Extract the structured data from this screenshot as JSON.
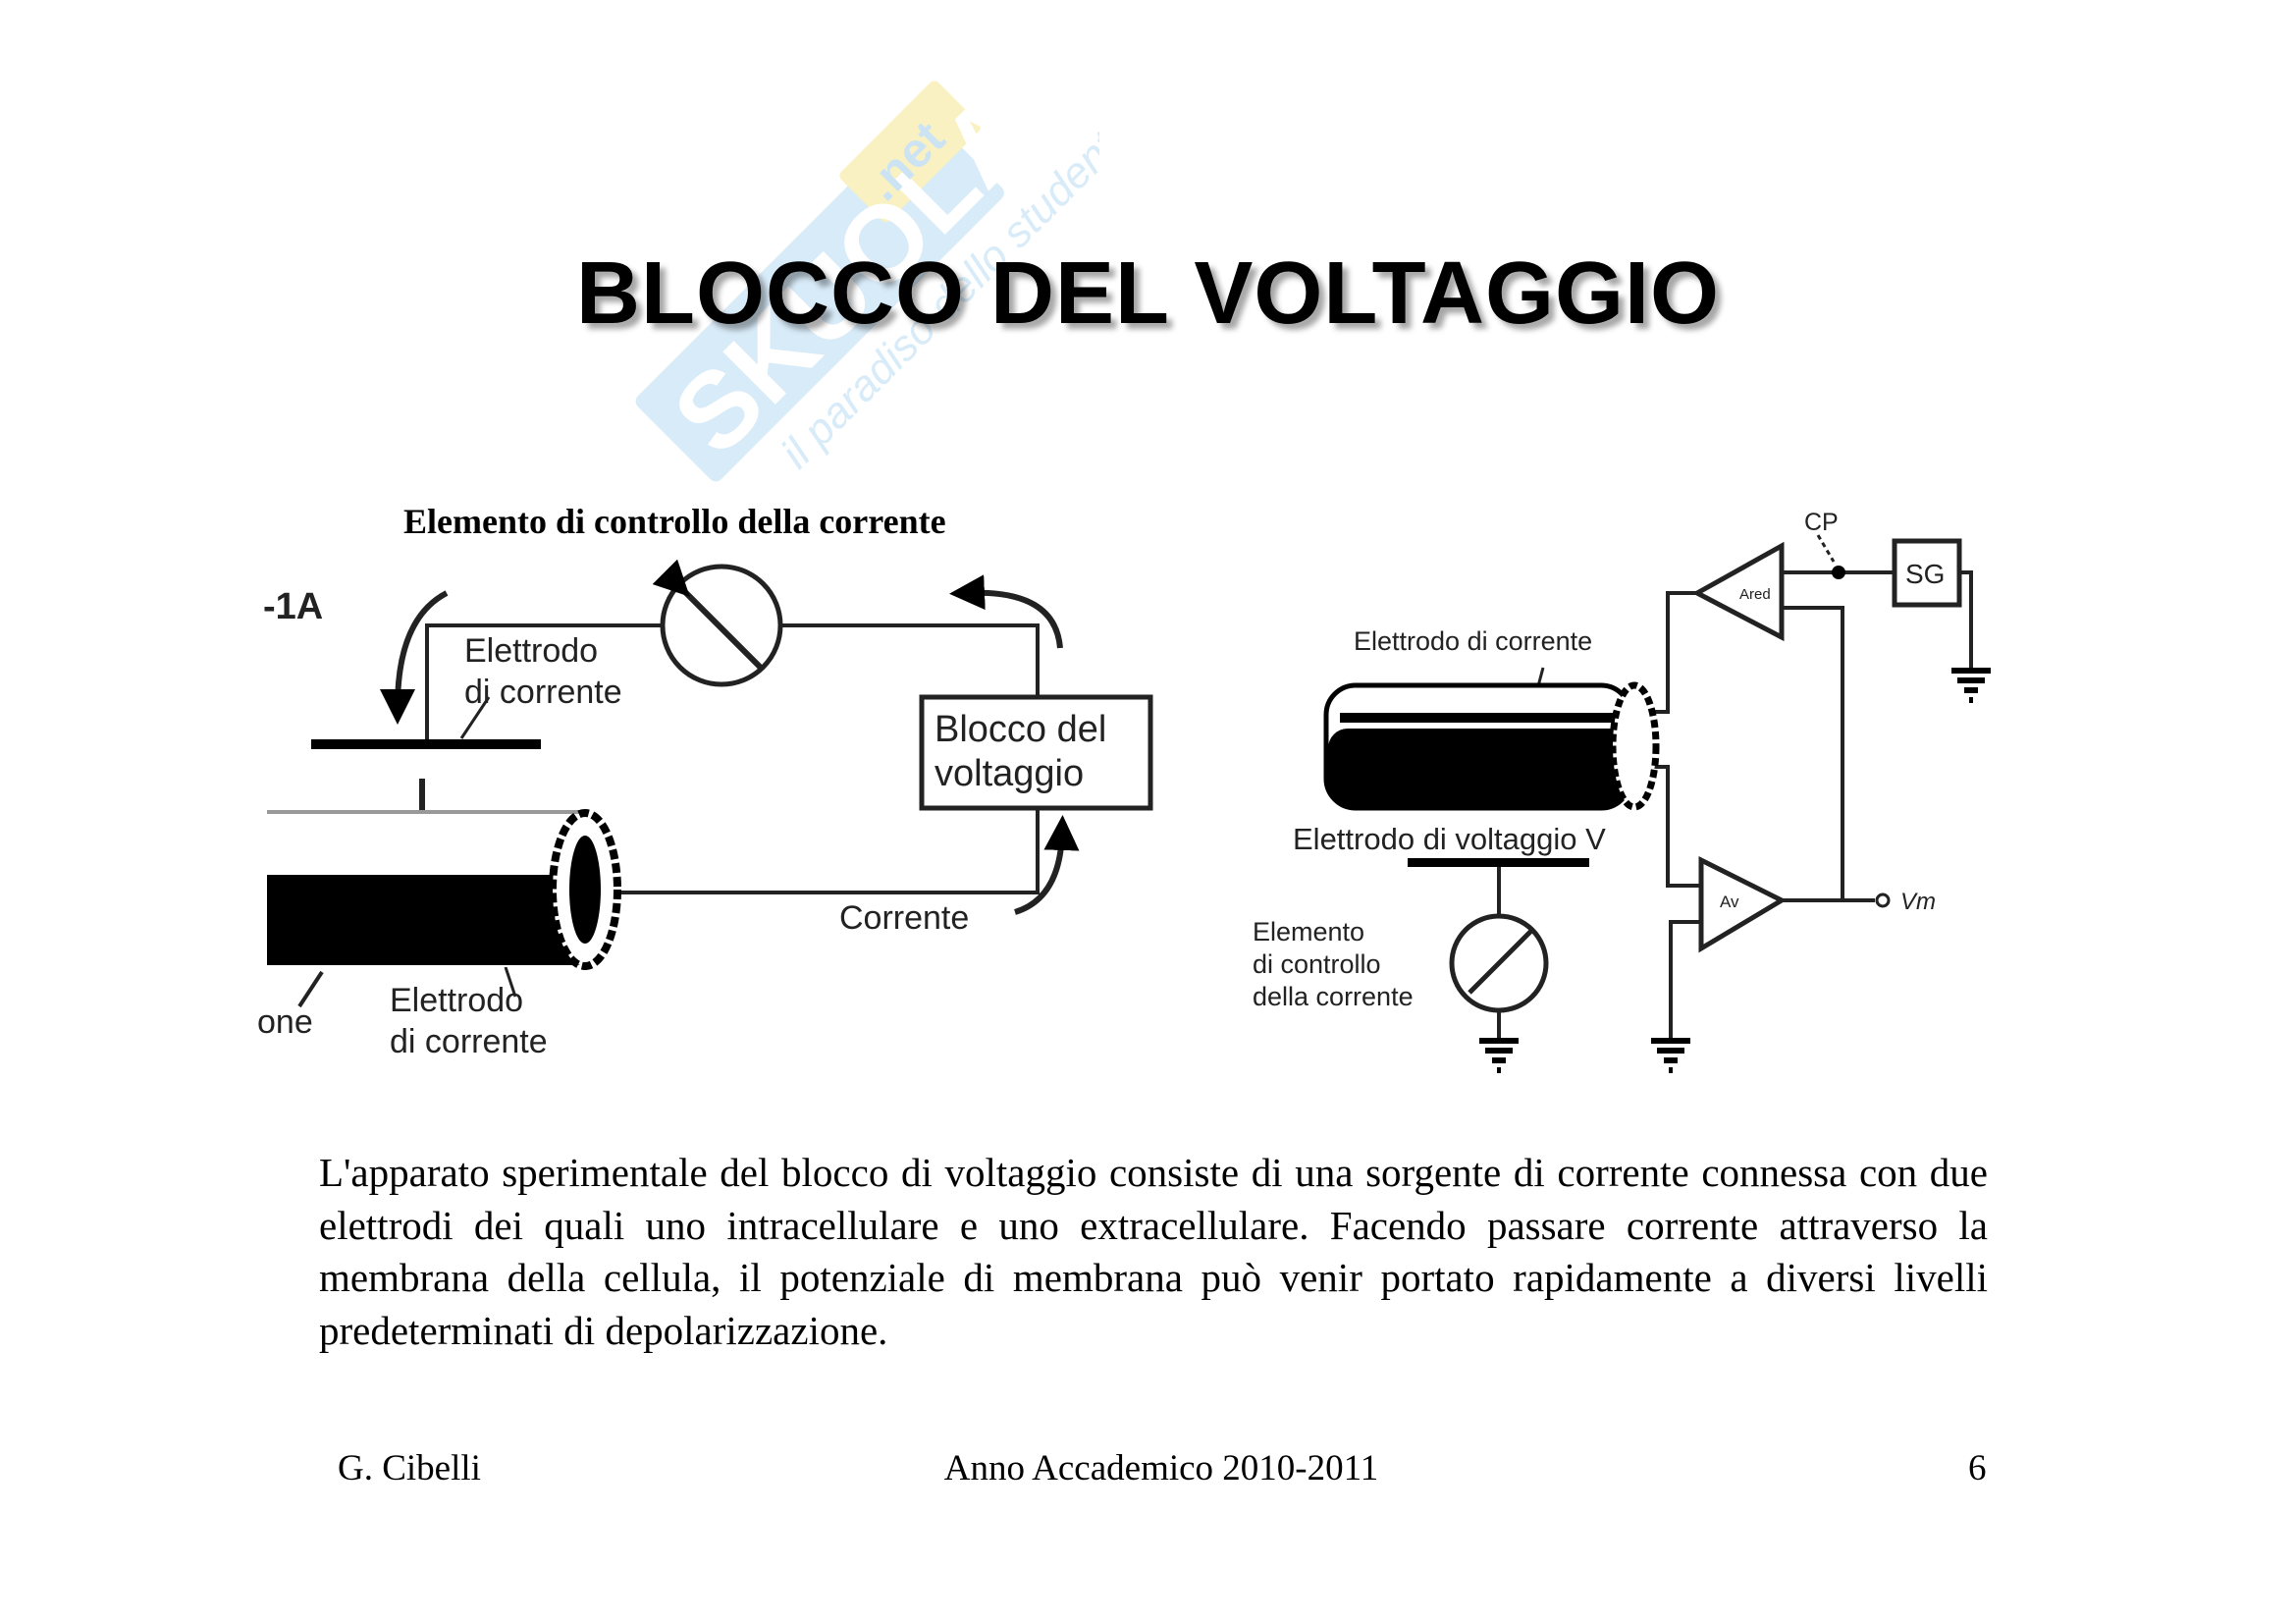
{
  "watermark": {
    "brand": "skuola.net",
    "tagline": "il paradiso dello studente",
    "color": "#8fc3e8",
    "accent": "#f2e27a"
  },
  "slide": {
    "title": "BLOCCO DEL VOLTAGGIO",
    "left_diagram": {
      "caption": "Elemento di controllo della corrente",
      "figure_label": "-1A",
      "electrode_top": [
        "Elettrodo",
        "di corrente"
      ],
      "electrode_bottom": [
        "Elettrodo",
        "di corrente"
      ],
      "partial_label": "one",
      "box": [
        "Blocco del",
        "voltaggio"
      ],
      "current": "Corrente"
    },
    "right_diagram": {
      "current_electrode": "Elettrodo di corrente",
      "voltage_electrode": "Elettrodo di voltaggio V",
      "control_element": [
        "Elemento",
        "di controllo",
        "della corrente"
      ],
      "cp": "CP",
      "sg": "SG",
      "amp_top": "Ared",
      "amp_bottom": "Av",
      "output": "Vm"
    },
    "paragraph": "L'apparato sperimentale del blocco di voltaggio consiste di una sorgente di corrente connessa con due elettrodi dei quali uno intracellulare e uno extracellulare. Facendo passare corrente attraverso la membrana della cellula, il potenziale di membrana può venir portato rapidamente a diversi livelli predeterminati di depolarizzazione.",
    "footer": {
      "author": "G. Cibelli",
      "year": "Anno Accademico 2010-2011",
      "page": "6"
    }
  }
}
